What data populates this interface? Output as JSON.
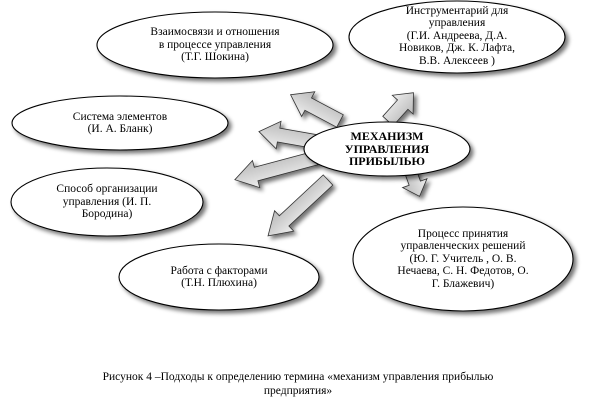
{
  "center": {
    "lines": [
      "МЕХАНИЗМ",
      "УПРАВЛЕНИЯ",
      "ПРИБЫЛЬЮ"
    ]
  },
  "nodes": {
    "relations": {
      "lines": [
        "Взаимосвязи и отношения",
        "в процессе управления",
        "(Т.Г. Шокина)"
      ]
    },
    "instruments": {
      "lines": [
        "Инструментарий для",
        "управления",
        "(Г.И. Андреева, Д.А.",
        "Новиков, Дж. К. Лафта,",
        "В.В. Алексеев  )"
      ]
    },
    "system": {
      "lines": [
        "Система элементов",
        "(И. А. Бланк)"
      ]
    },
    "method": {
      "lines": [
        "Способ организации",
        "управления (И. П.",
        "Бородина)"
      ]
    },
    "decisions": {
      "lines": [
        "Процесс принятия",
        "управленческих решений",
        "(Ю. Г. Учитель , О. В.",
        "Нечаева, С. Н. Федотов, О.",
        "Г. Блажевич)"
      ]
    },
    "factors": {
      "lines": [
        "Работа с факторами",
        "(Т.Н. Плюхина)"
      ]
    }
  },
  "caption": {
    "lines": [
      "Рисунок 4 –Подходы к определению термина «механизм управления прибылью",
      "предприятия»"
    ]
  },
  "colors": {
    "arrow_fill": "#d6d6d6",
    "arrow_stroke": "#333333",
    "ellipse_stroke": "#000000",
    "shadow": "#9a9a9a"
  }
}
